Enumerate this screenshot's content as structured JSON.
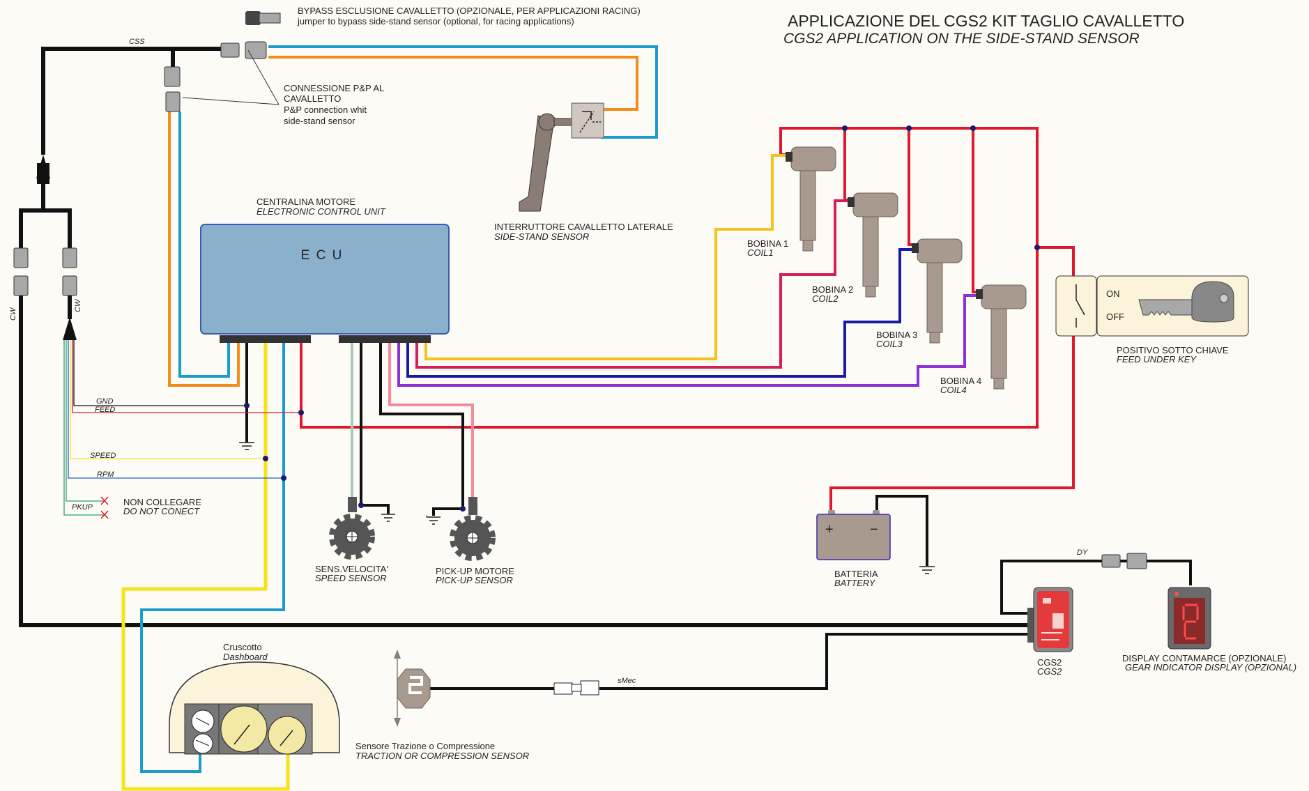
{
  "title": {
    "it": "APPLICAZIONE DEL CGS2 KIT TAGLIO CAVALLETTO",
    "en": "CGS2 APPLICATION ON THE SIDE-STAND SENSOR"
  },
  "bypass": {
    "it": "BYPASS ESCLUSIONE CAVALLETTO (OPZIONALE, PER APPLICAZIONI RACING)",
    "en": "jumper to bypass side-stand sensor (optional, for racing applications)"
  },
  "pnp": {
    "l1": "CONNESSIONE P&P AL",
    "l2": "CAVALLETTO",
    "l3": "P&P connection whit",
    "l4": "side-stand sensor"
  },
  "ecu": {
    "it": "CENTRALINA MOTORE",
    "en": "ELECTRONIC CONTROL UNIT",
    "box": "E C U"
  },
  "sidestand": {
    "it": "INTERRUTTORE CAVALLETTO LATERALE",
    "en": "SIDE-STAND SENSOR"
  },
  "coils": [
    {
      "it": "BOBINA 1",
      "en": "COIL1"
    },
    {
      "it": "BOBINA 2",
      "en": "COIL2"
    },
    {
      "it": "BOBINA 3",
      "en": "COIL3"
    },
    {
      "it": "BOBINA 4",
      "en": "COIL4"
    }
  ],
  "key": {
    "on": "ON",
    "off": "OFF",
    "it": "POSITIVO SOTTO CHIAVE",
    "en": "FEED UNDER KEY"
  },
  "wires": {
    "css": "CSS",
    "cw": "CW",
    "gnd": "GND",
    "feed": "FEED",
    "speed": "SPEED",
    "rpm": "RPM",
    "pkup": "PKUP",
    "dy": "DY",
    "smec": "sMec"
  },
  "noconnect": {
    "it": "NON COLLEGARE",
    "en": "DO NOT CONECT"
  },
  "speed_sensor": {
    "it": "SENS.VELOCITA'",
    "en": "SPEED SENSOR"
  },
  "pickup": {
    "it": "PICK-UP MOTORE",
    "en": "PICK-UP SENSOR"
  },
  "battery": {
    "it": "BATTERIA",
    "en": "BATTERY",
    "plus": "+",
    "minus": "−"
  },
  "cgs2": {
    "it": "CGS2",
    "en": "CGS2"
  },
  "display": {
    "it": "DISPLAY CONTAMARCE (OPZIONALE)",
    "en": "GEAR INDICATOR DISPLAY (OPZIONAL)"
  },
  "dashboard": {
    "it": "Cruscotto",
    "en": "Dashboard"
  },
  "traction": {
    "it": "Sensore Trazione o Compressione",
    "en": "TRACTION OR COMPRESSION SENSOR"
  },
  "colors": {
    "black": "#111111",
    "orange": "#f28c1c",
    "cyan": "#1a9ccf",
    "red": "#e0182f",
    "yellow": "#f8e21c",
    "coil_yellow": "#f6c21a",
    "magenta": "#d61e5a",
    "navy": "#1a1aa8",
    "purple": "#8a32d6",
    "ecu": "#8bb0cc",
    "component": "#a89a8f"
  }
}
